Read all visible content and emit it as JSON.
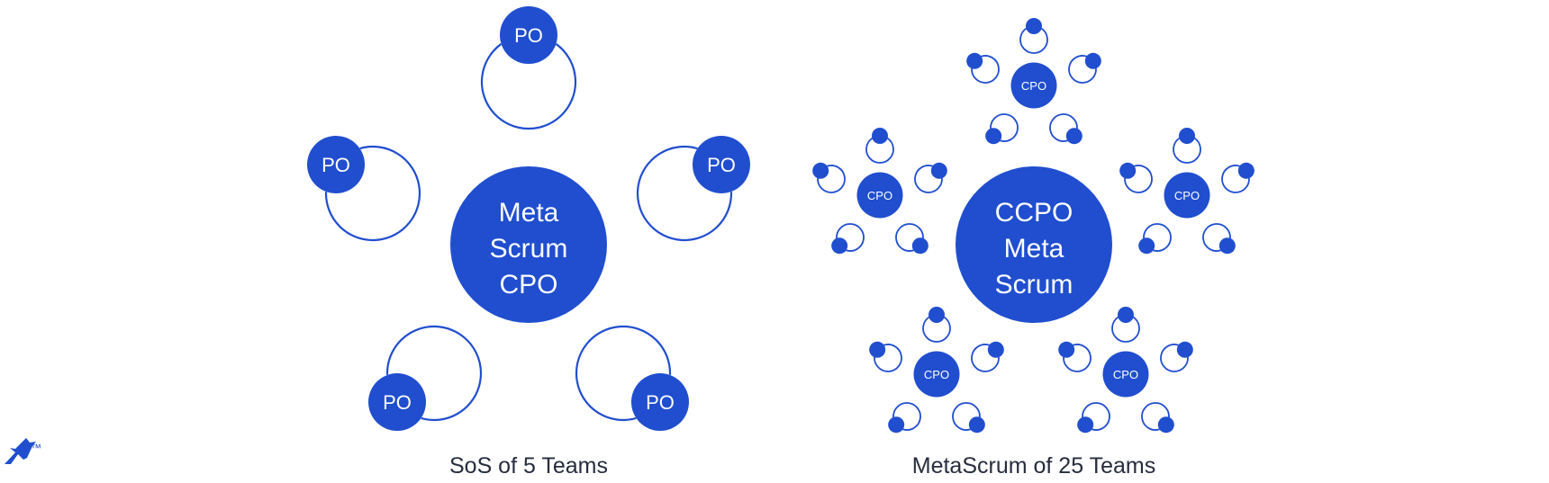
{
  "colors": {
    "accent": "#204ecf",
    "background": "#ffffff",
    "caption": "#262d3d",
    "node_text": "#ffffff"
  },
  "left_diagram": {
    "center_lines": [
      "Meta",
      "Scrum",
      "CPO"
    ],
    "satellite_label": "PO",
    "satellite_count": 5,
    "caption": "SoS of 5 Teams"
  },
  "right_diagram": {
    "center_lines": [
      "CCPO",
      "Meta",
      "Scrum"
    ],
    "cluster_label": "CPO",
    "cluster_count": 5,
    "caption": "MetaScrum of 25 Teams"
  },
  "logo": {
    "icon": "toptal-logo-icon",
    "trademark": "™"
  }
}
